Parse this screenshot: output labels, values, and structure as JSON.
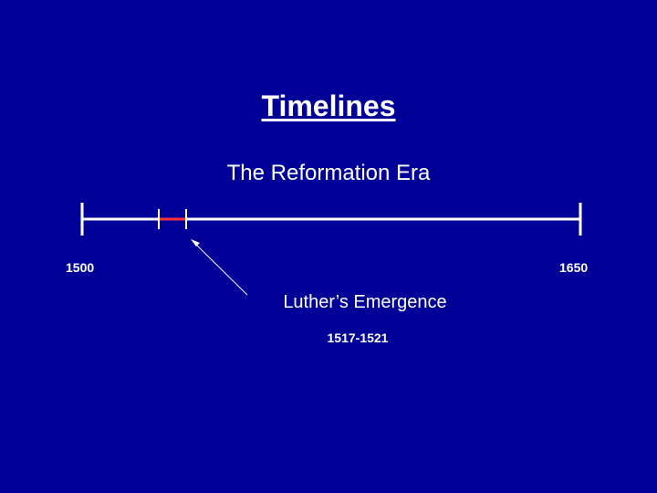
{
  "slide": {
    "title": "Timelines",
    "subtitle": "The Reformation Era",
    "background_color": "#000099"
  },
  "timeline": {
    "start_year": 1500,
    "end_year": 1650,
    "start_label": "1500",
    "end_label": "1650",
    "line_color": "#ffffff",
    "highlight_color": "#ff3333",
    "highlight": {
      "start_year": 1517,
      "end_year": 1521
    }
  },
  "event": {
    "label": "Luther’s Emergence",
    "years": "1517-1521",
    "arrow_icon": "arrow-pointer-icon"
  }
}
